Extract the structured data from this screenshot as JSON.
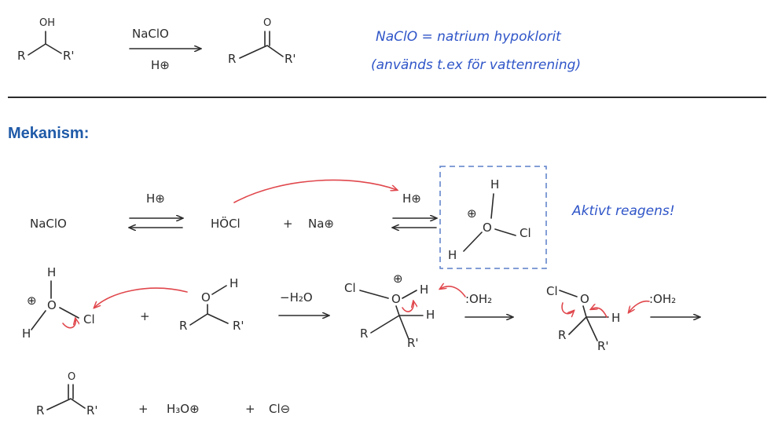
{
  "colors": {
    "ink": "#2b2b2b",
    "heading": "#1f5aa8",
    "note": "#2f55c8",
    "arrow": "#e0474c",
    "box": "#5a7fc8"
  },
  "top": {
    "start": {
      "oh": "OH",
      "r": "R",
      "r1": "R'"
    },
    "arrow": {
      "above": "NaClO",
      "below": "H⊕"
    },
    "product": {
      "o": "O",
      "r": "R",
      "r1": "R'"
    },
    "note_line1": "NaClO = natrium hypoklorit",
    "note_line2": "(används t.ex för vattenrening)"
  },
  "heading": "Mekanism:",
  "row1": {
    "reactant": "NaClO",
    "eq1_label": "H⊕",
    "hocl": "HÖCl",
    "plus": "+",
    "na": "Na⊕",
    "eq2_label": "H⊕",
    "boxed": {
      "h_top": "H",
      "charge": "⊕",
      "o": "O",
      "cl": "Cl",
      "h_left": "H"
    },
    "note": "Aktivt reagens!"
  },
  "row2": {
    "active": {
      "h_top": "H",
      "charge": "⊕",
      "o": "O",
      "cl": "Cl",
      "h_left": "H"
    },
    "plus": "+",
    "alcohol": {
      "o": "O",
      "h": "H",
      "r": "R",
      "r1": "R'"
    },
    "arrow1_label": "−H₂O",
    "inter1": {
      "cl": "Cl",
      "charge": "⊕",
      "o": "O",
      "h_on_o": "H",
      "h_on_c": "H",
      "r": "R",
      "r1": "R'"
    },
    "water1": ":OH₂",
    "inter2": {
      "cl": "Cl",
      "o": "O",
      "h_on_c": "H",
      "r": "R",
      "r1": "R'"
    },
    "water2": ":OH₂"
  },
  "row3": {
    "ketone": {
      "o": "O",
      "r": "R",
      "r1": "R'"
    },
    "plus1": "+",
    "h3o": "H₃O⊕",
    "plus2": "+",
    "cl": "Cl⊖"
  }
}
